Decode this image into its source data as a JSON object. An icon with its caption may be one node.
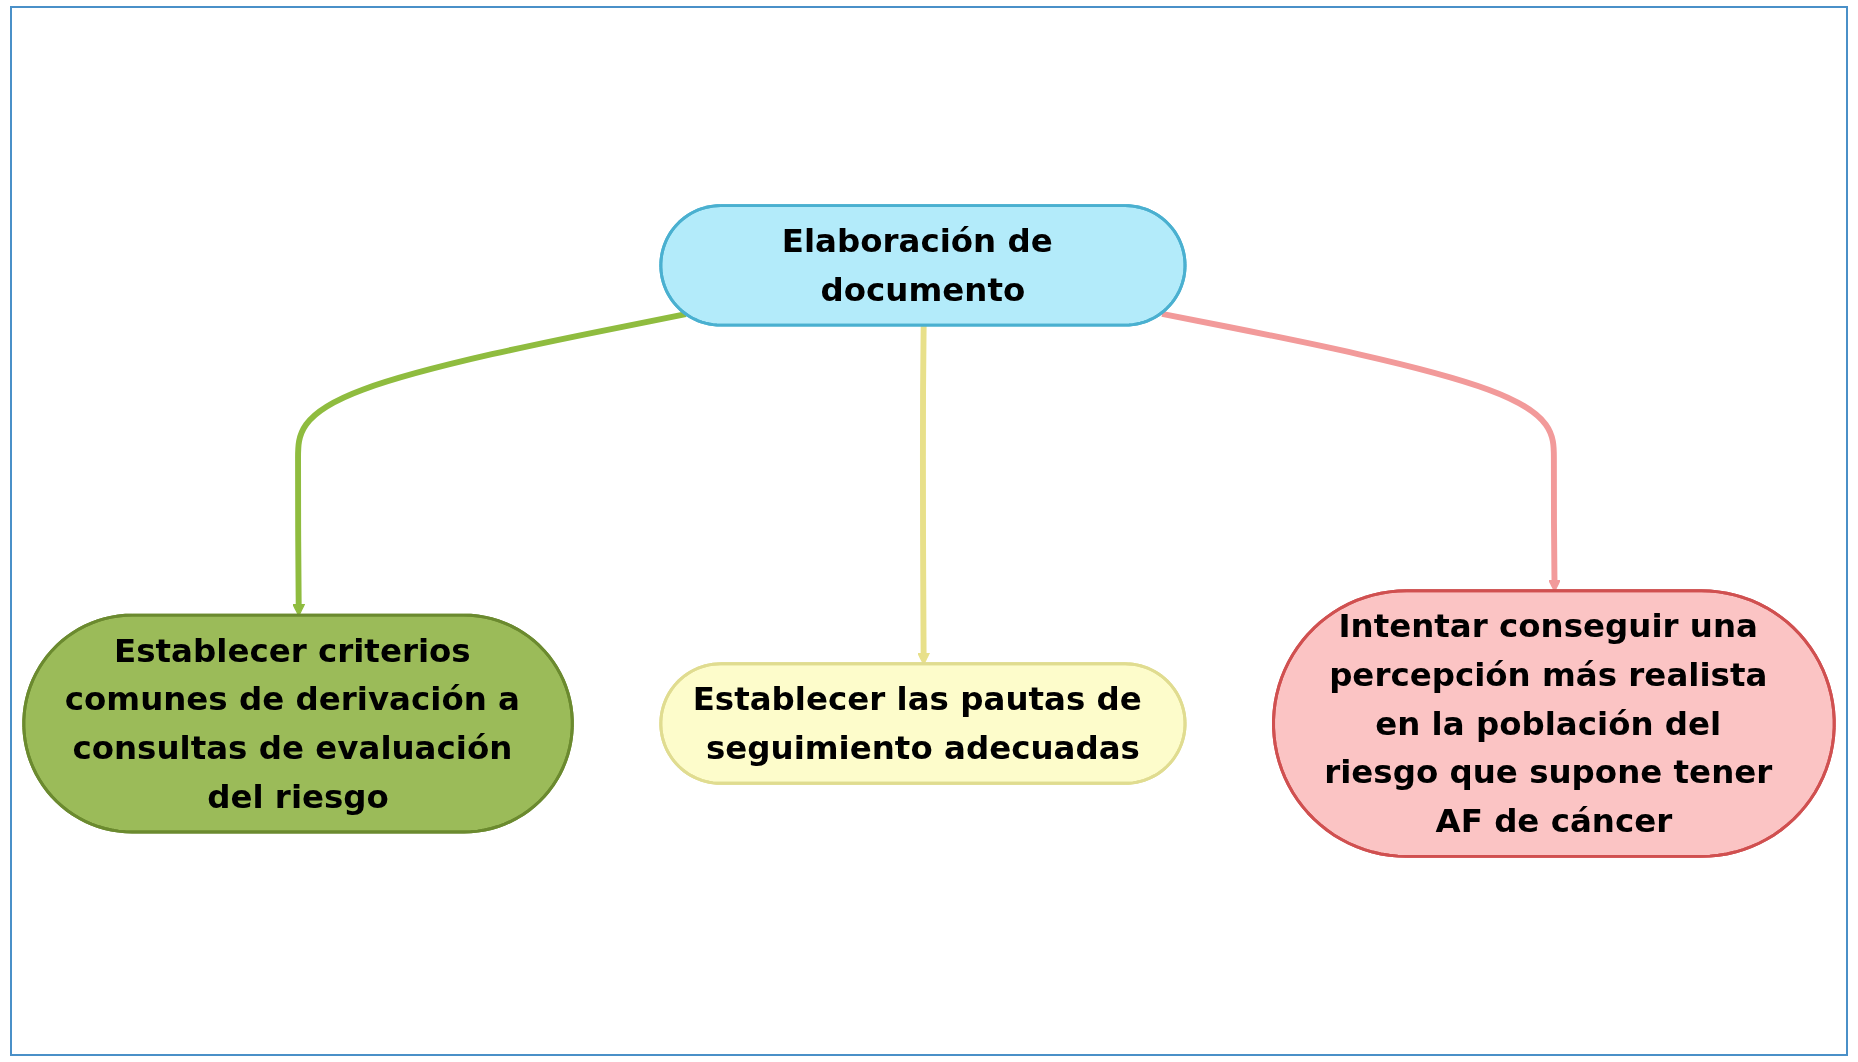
{
  "diagram": {
    "nodes": [
      {
        "text": [
          "Elaboración de documento"
        ]
      },
      {
        "text": [
          "Establecer criterios comunes de derivación a consultas de evaluación del riesgo"
        ]
      },
      {
        "text": [
          "Establecer las pautas de seguimiento adecuadas"
        ]
      },
      {
        "text": [
          "Intentar conseguir una percepción más realista en la población del riesgo que supone tener AF de cáncer"
        ]
      }
    ],
    "edges": [
      {
        "from": 0,
        "to": 1,
        "arrow": "to",
        "color": "#8fbc3f"
      },
      {
        "from": 0,
        "to": 2,
        "arrow": "to",
        "color": "#e8e08a"
      },
      {
        "from": 0,
        "to": 3,
        "arrow": "to",
        "color": "#f29a9a"
      }
    ]
  }
}
